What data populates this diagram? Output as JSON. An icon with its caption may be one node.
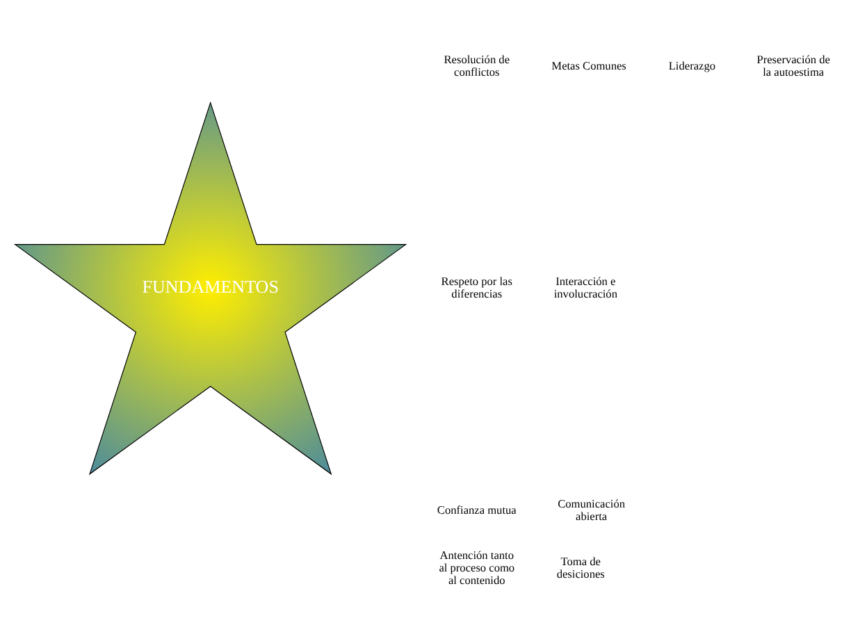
{
  "diagram": {
    "nodes": [
      {
        "text": [
          "FUNDAMENTOS"
        ]
      }
    ],
    "labels": [
      "Resolución de conflictos",
      "Metas Comunes",
      "Liderazgo",
      "Preservación de la autoestima",
      "Respeto por las diferencias",
      "Interacción e involucración",
      "Confianza mutua",
      "Comunicación abierta",
      "Antención tanto al proceso como al contenido",
      "Toma de desiciones"
    ]
  }
}
